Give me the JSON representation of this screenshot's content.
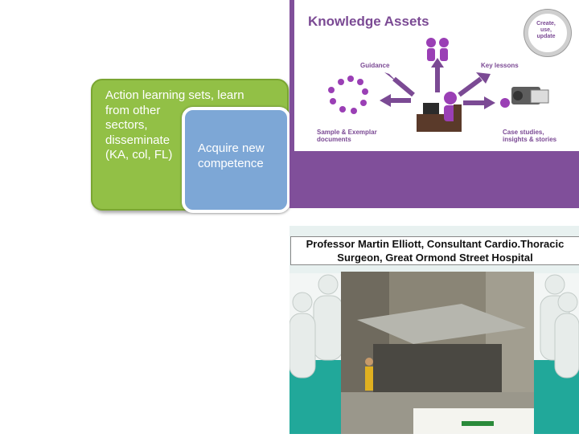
{
  "left": {
    "green_text": "Action learning sets, learn\nfrom other\nsectors,\ndisseminate\n(KA, col, FL)",
    "blue_text": "Acquire new\ncompetence"
  },
  "knowledge_assets": {
    "title": "Knowledge Assets",
    "badge": "Create,\nuse,\nupdate",
    "labels": {
      "guidance": "Guidance",
      "key_lessons": "Key lessons",
      "samples": "Sample & Exemplar\ndocuments",
      "case_studies": "Case studies,\ninsights & stories"
    },
    "colors": {
      "purple": "#804f9a",
      "figure": "#9a3fb5"
    }
  },
  "video": {
    "caption": "Professor Martin Elliott, Consultant Cardio.Thoracic\nSurgeon, Great Ormond Street Hospital",
    "colors": {
      "teal": "#21a89a"
    }
  }
}
